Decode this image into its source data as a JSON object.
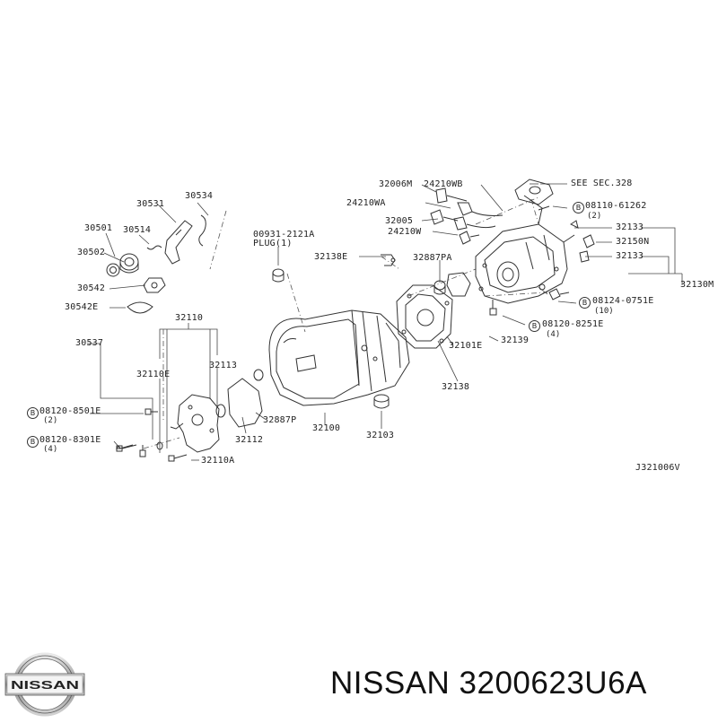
{
  "diagram": {
    "code": "J321006V",
    "labels": {
      "p30531": "30531",
      "p30534": "30534",
      "p30501": "30501",
      "p30514": "30514",
      "p30502": "30502",
      "p30542": "30542",
      "p30542E": "30542E",
      "p30537": "30537",
      "p32110": "32110",
      "p32110E": "32110E",
      "p32113": "32113",
      "p32112": "32112",
      "p32110A": "32110A",
      "p32887P": "32887P",
      "p32100": "32100",
      "p32103": "32103",
      "p32138": "32138",
      "p32138E": "32138E",
      "plug_num": "00931-2121A",
      "plug_txt": "PLUG(1)",
      "p32006M": "32006M",
      "p24210WB": "24210WB",
      "p24210WA": "24210WA",
      "p32005": "32005",
      "p24210W": "24210W",
      "p32887PA": "32887PA",
      "p32101E": "32101E",
      "p32139": "32139",
      "see_sec": "SEE SEC.328",
      "p32133a": "32133",
      "p32150N": "32150N",
      "p32133b": "32133",
      "p32130M": "32130M",
      "b_08110": "08110-61262",
      "b_08110_q": "(2)",
      "b_08124": "08124-0751E",
      "b_08124_q": "(10)",
      "b_08120_8251": "08120-8251E",
      "b_08120_8251_q": "(4)",
      "b_08120_8501": "08120-8501E",
      "b_08120_8501_q": "(2)",
      "b_08120_8301": "08120-8301E",
      "b_08120_8301_q": "(4)",
      "bolt_symbol": "B"
    }
  },
  "brand": {
    "logo_text": "NISSAN",
    "caption": "NISSAN 3200623U6A"
  }
}
